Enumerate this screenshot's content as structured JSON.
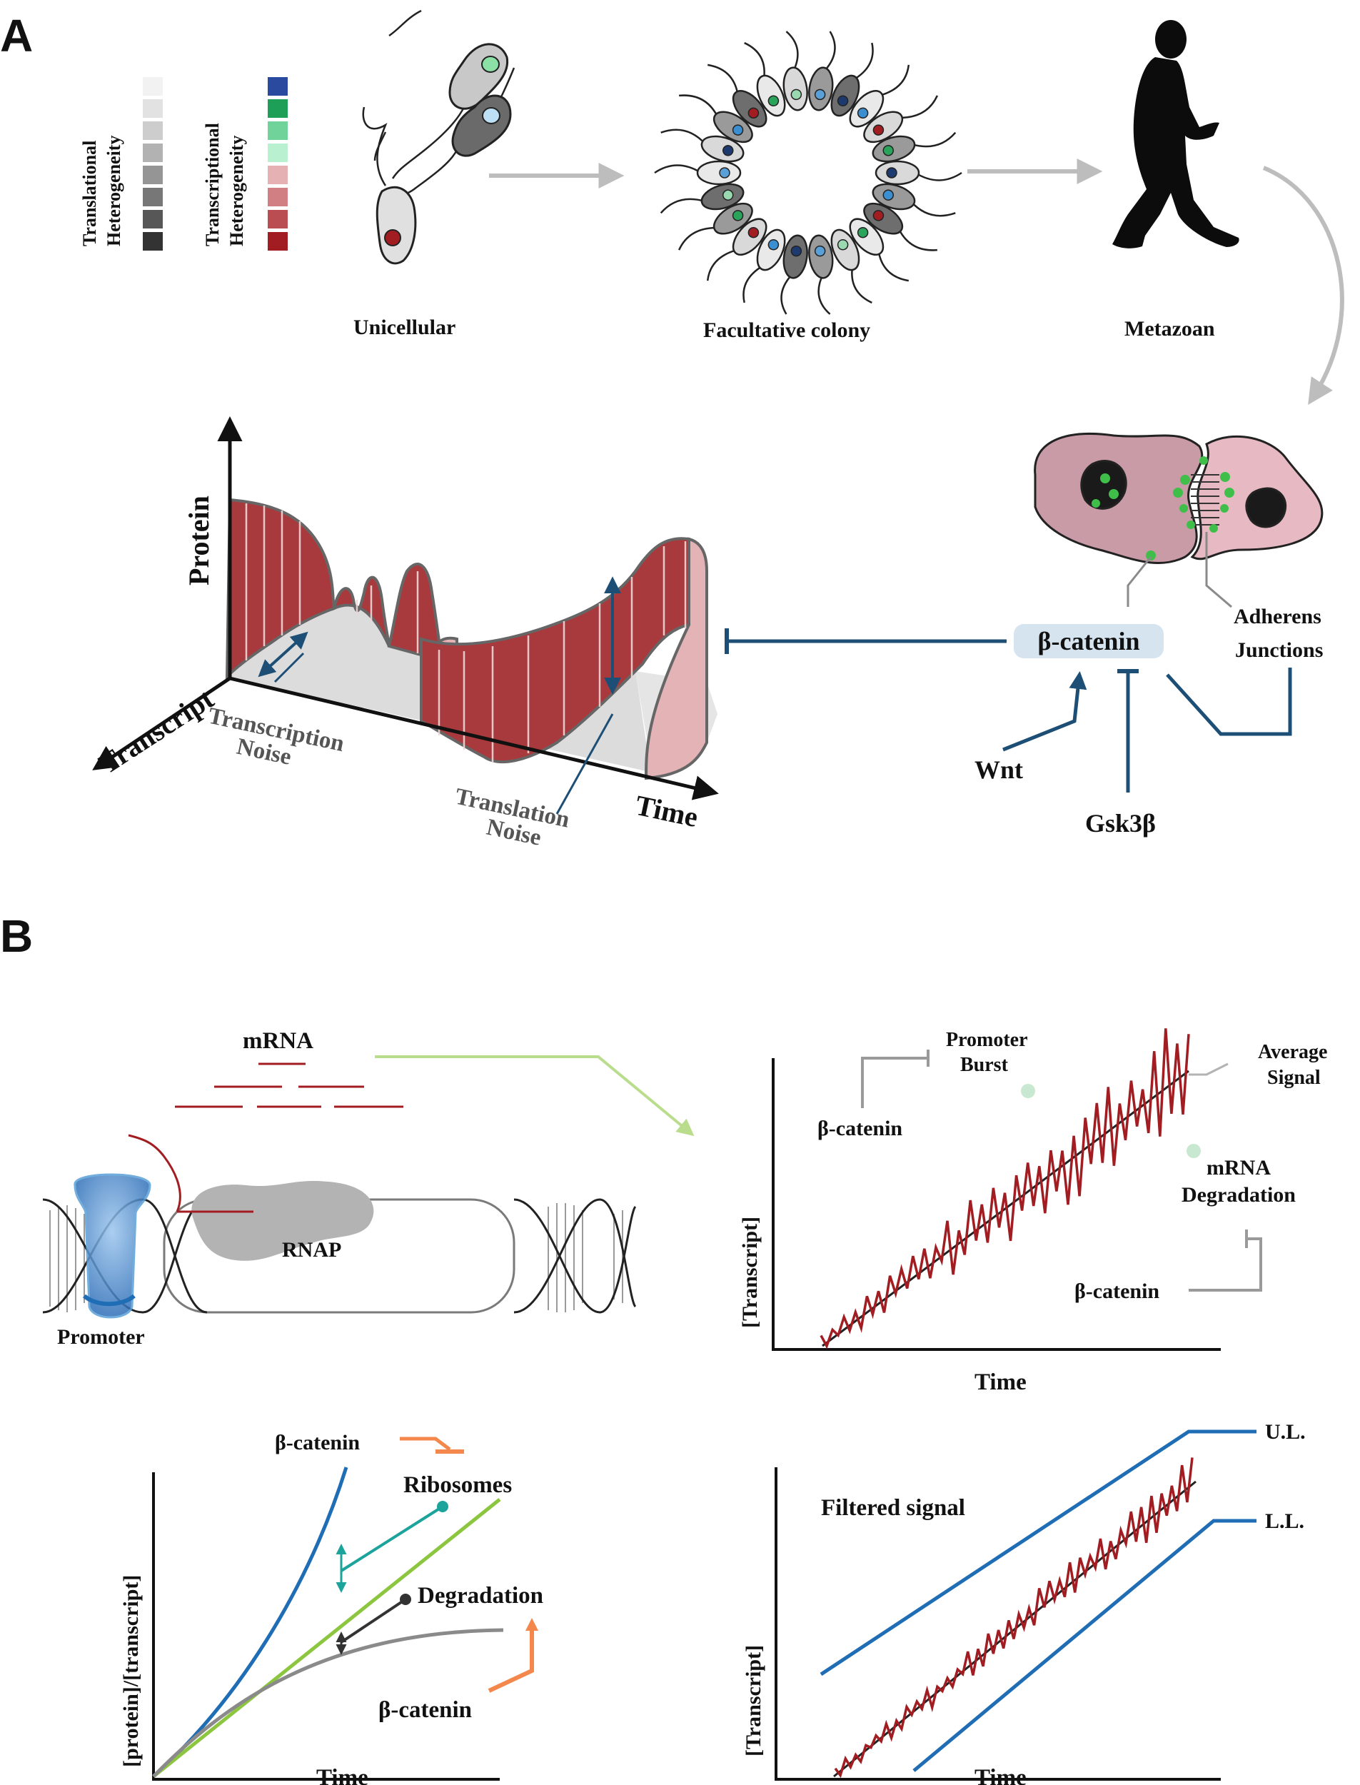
{
  "panel_a": {
    "letter": "A",
    "legend_translational_line1": "Translational",
    "legend_translational_line2": "Heterogeneity",
    "legend_transcriptional_line1": "Transcriptional",
    "legend_transcriptional_line2": "Heterogeneity",
    "legend_translational_colors": [
      "#f2f2f2",
      "#e2e2e2",
      "#cdcdcd",
      "#b2b2b2",
      "#959595",
      "#777777",
      "#575757",
      "#333333"
    ],
    "legend_transcriptional_colors": [
      "#2a4aa0",
      "#1e9f57",
      "#6fd39a",
      "#b9f0d0",
      "#e6b1b3",
      "#d27f83",
      "#b94d52",
      "#a11d22"
    ],
    "stage_unicellular": "Unicellular",
    "stage_colony": "Facultative colony",
    "stage_metazoan": "Metazoan",
    "axis_protein": "Protein",
    "axis_transcript": "Transcript",
    "axis_time": "Time",
    "transcription_noise_1": "Transcription",
    "transcription_noise_2": "Noise",
    "translation_noise_1": "Translation",
    "translation_noise_2": "Noise",
    "beta_catenin": "β-catenin",
    "adherens_1": "Adherens",
    "adherens_2": "Junctions",
    "wnt": "Wnt",
    "gsk": "Gsk3β"
  },
  "panel_b": {
    "letter": "B",
    "mrna": "mRNA",
    "rnap": "RNAP",
    "promoter": "Promoter",
    "promoter_burst_1": "Promoter",
    "promoter_burst_2": "Burst",
    "average_signal_1": "Average",
    "average_signal_2": "Signal",
    "mrna_degradation_1": "mRNA",
    "mrna_degradation_2": "Degradation",
    "beta_catenin_top": "β-catenin",
    "beta_catenin_bottom": "β-catenin",
    "ylabel_transcript": "[Transcript]",
    "xlabel_time": "Time",
    "ylabel_ratio": "[protein]/[transcript]",
    "ribosomes": "Ribosomes",
    "degradation": "Degradation",
    "beta_catenin_ribo": "β-catenin",
    "beta_catenin_deg": "β-catenin",
    "filtered_signal": "Filtered signal",
    "upper_limit": "U.L.",
    "lower_limit": "L.L.",
    "ylabel_transcript2": "[Transcript]",
    "xlabel_time2": "Time",
    "xlabel_time3": "Time"
  },
  "colors": {
    "red": "#a11d22",
    "blue_dark": "#1d4f76",
    "blue": "#1f6db5",
    "green": "#8cc63f",
    "teal": "#1ba39c",
    "orange": "#f4874b",
    "grey": "#8a8a8a"
  }
}
